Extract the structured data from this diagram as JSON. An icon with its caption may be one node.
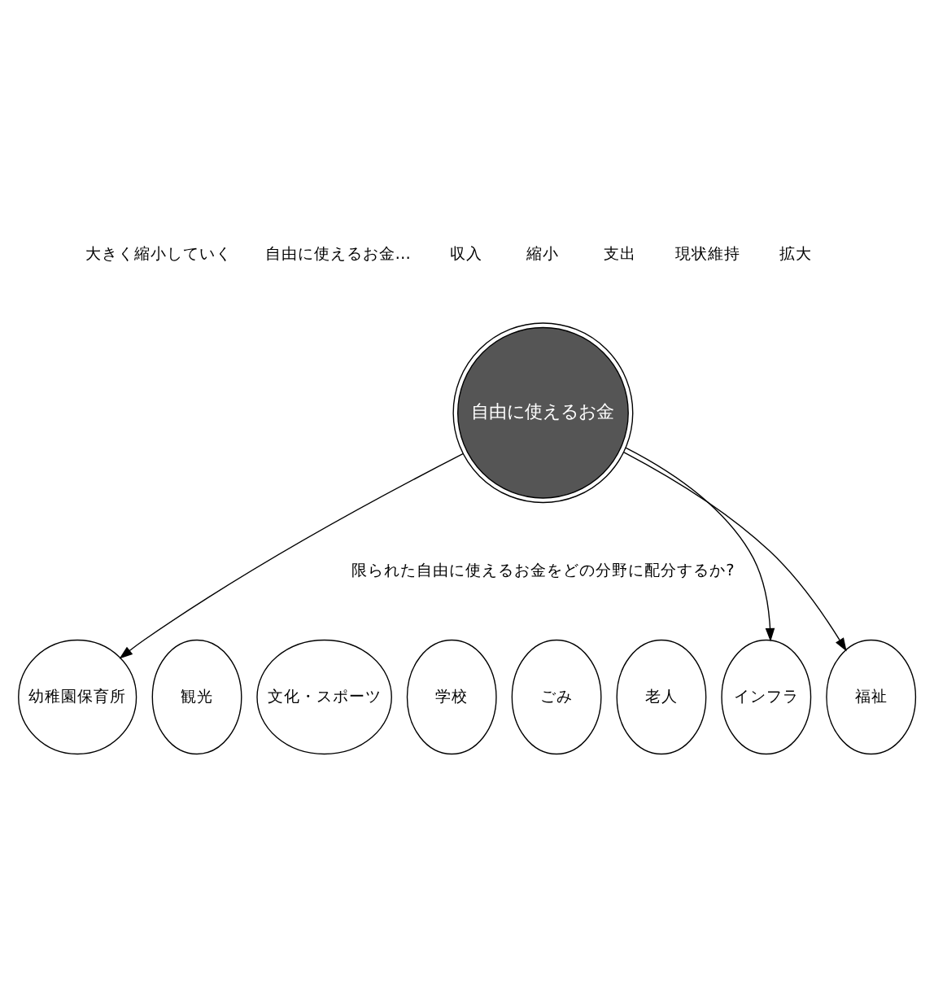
{
  "diagram": {
    "nodes": [
      {
        "text": [
          "自由に使えるお金"
        ]
      },
      {
        "text": [
          "幼稚園保育所"
        ]
      },
      {
        "text": [
          "文化・スポーツ"
        ]
      },
      {
        "text": [
          "学校"
        ]
      },
      {
        "text": [
          "ごみ"
        ]
      },
      {
        "text": [
          "インフラ"
        ]
      },
      {
        "text": [
          "老人"
        ]
      },
      {
        "text": [
          "福祉"
        ]
      },
      {
        "text": [
          "観光"
        ]
      }
    ],
    "edges": [
      {
        "from": 0,
        "to": 1,
        "arrow": "to"
      },
      {
        "from": 0,
        "to": 5,
        "arrow": "to"
      },
      {
        "from": 0,
        "to": 7,
        "arrow": "to"
      }
    ],
    "labels": [
      "大きく縮小していく",
      "自由に使えるお金…",
      "収入",
      "縮小",
      "支出",
      "現状維持",
      "拡大",
      "限られた自由に使えるお金をどの分野に配分するか?"
    ]
  }
}
